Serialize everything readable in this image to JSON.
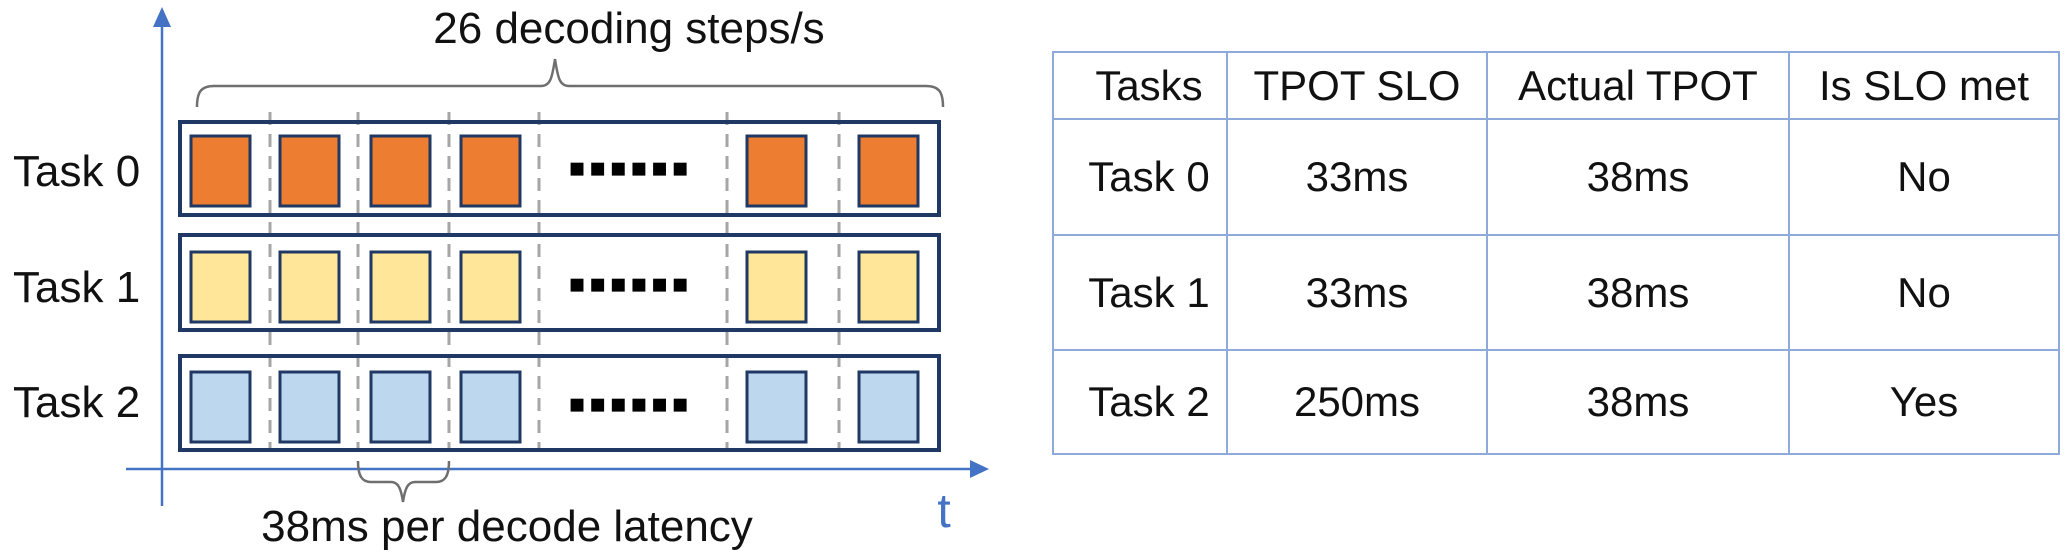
{
  "figure": {
    "top_brace_label": "26 decoding steps/s",
    "bottom_brace_label": "38ms per decode latency",
    "time_axis_label": "t",
    "task_labels": [
      "Task 0",
      "Task 1",
      "Task 2"
    ],
    "continuation_dots": "▪▪▪▪▪▪",
    "colors": {
      "task0_square": "#ED7D31",
      "task1_square": "#FFE699",
      "task2_square": "#BDD7EE",
      "row_border": "#1F3864",
      "axis": "#4472C4",
      "dashed_separator": "#A6A6A6",
      "brace": "#6F6F6F"
    }
  },
  "table": {
    "border_color": "#8EAADB",
    "headers": [
      "Tasks",
      "TPOT SLO",
      "Actual TPOT",
      "Is SLO met"
    ],
    "rows": [
      {
        "task": "Task 0",
        "tpot_slo": "33ms",
        "actual_tpot": "38ms",
        "slo_met": "No",
        "slo_met_color": "#FF0000"
      },
      {
        "task": "Task 1",
        "tpot_slo": "33ms",
        "actual_tpot": "38ms",
        "slo_met": "No",
        "slo_met_color": "#FF0000"
      },
      {
        "task": "Task 2",
        "tpot_slo": "250ms",
        "actual_tpot": "38ms",
        "slo_met": "Yes",
        "slo_met_color": "#00B050"
      }
    ]
  }
}
